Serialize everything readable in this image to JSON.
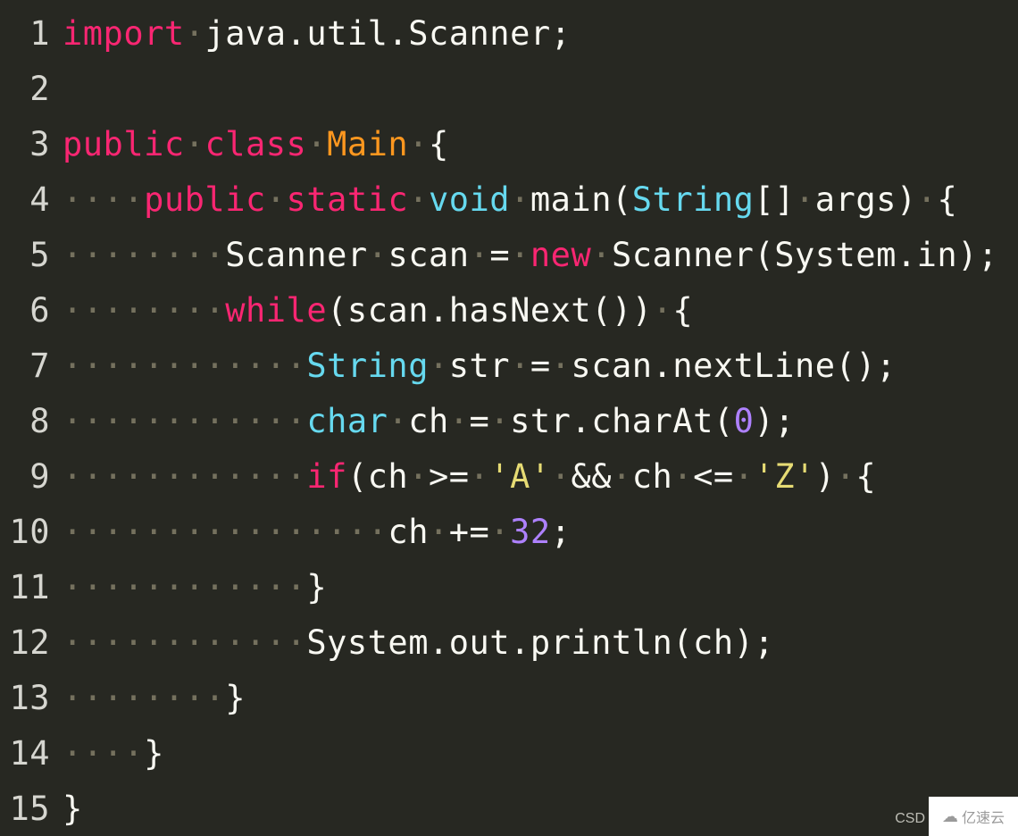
{
  "theme": {
    "background": "#272822",
    "keyword": "#f92672",
    "type": "#66d9ef",
    "class": "#fd971f",
    "string": "#e6db74",
    "number": "#ae81ff",
    "plain": "#f8f8f2",
    "whitespace": "#75715e"
  },
  "lines": [
    {
      "n": "1",
      "tokens": [
        [
          "kw",
          "import"
        ],
        [
          "ws",
          "·"
        ],
        [
          "plain",
          "java.util.Scanner;"
        ]
      ]
    },
    {
      "n": "2",
      "tokens": []
    },
    {
      "n": "3",
      "tokens": [
        [
          "kw",
          "public"
        ],
        [
          "ws",
          "·"
        ],
        [
          "kw",
          "class"
        ],
        [
          "ws",
          "·"
        ],
        [
          "cls",
          "Main"
        ],
        [
          "ws",
          "·"
        ],
        [
          "plain",
          "{"
        ]
      ]
    },
    {
      "n": "4",
      "tokens": [
        [
          "ws",
          "····"
        ],
        [
          "kw",
          "public"
        ],
        [
          "ws",
          "·"
        ],
        [
          "kw",
          "static"
        ],
        [
          "ws",
          "·"
        ],
        [
          "type",
          "void"
        ],
        [
          "ws",
          "·"
        ],
        [
          "plain",
          "main("
        ],
        [
          "type",
          "String"
        ],
        [
          "plain",
          "[]"
        ],
        [
          "ws",
          "·"
        ],
        [
          "plain",
          "args)"
        ],
        [
          "ws",
          "·"
        ],
        [
          "plain",
          "{"
        ]
      ]
    },
    {
      "n": "5",
      "tokens": [
        [
          "ws",
          "········"
        ],
        [
          "plain",
          "Scanner"
        ],
        [
          "ws",
          "·"
        ],
        [
          "plain",
          "scan"
        ],
        [
          "ws",
          "·"
        ],
        [
          "plain",
          "="
        ],
        [
          "ws",
          "·"
        ],
        [
          "kw",
          "new"
        ],
        [
          "ws",
          "·"
        ],
        [
          "plain",
          "Scanner(System.in);"
        ]
      ]
    },
    {
      "n": "6",
      "tokens": [
        [
          "ws",
          "········"
        ],
        [
          "kw",
          "while"
        ],
        [
          "plain",
          "(scan.hasNext())"
        ],
        [
          "ws",
          "·"
        ],
        [
          "plain",
          "{"
        ]
      ]
    },
    {
      "n": "7",
      "tokens": [
        [
          "ws",
          "············"
        ],
        [
          "type",
          "String"
        ],
        [
          "ws",
          "·"
        ],
        [
          "plain",
          "str"
        ],
        [
          "ws",
          "·"
        ],
        [
          "plain",
          "="
        ],
        [
          "ws",
          "·"
        ],
        [
          "plain",
          "scan.nextLine();"
        ]
      ]
    },
    {
      "n": "8",
      "tokens": [
        [
          "ws",
          "············"
        ],
        [
          "type",
          "char"
        ],
        [
          "ws",
          "·"
        ],
        [
          "plain",
          "ch"
        ],
        [
          "ws",
          "·"
        ],
        [
          "plain",
          "="
        ],
        [
          "ws",
          "·"
        ],
        [
          "plain",
          "str.charAt("
        ],
        [
          "num",
          "0"
        ],
        [
          "plain",
          ");"
        ]
      ]
    },
    {
      "n": "9",
      "tokens": [
        [
          "ws",
          "············"
        ],
        [
          "kw",
          "if"
        ],
        [
          "plain",
          "(ch"
        ],
        [
          "ws",
          "·"
        ],
        [
          "plain",
          ">="
        ],
        [
          "ws",
          "·"
        ],
        [
          "str",
          "'A'"
        ],
        [
          "ws",
          "·"
        ],
        [
          "plain",
          "&&"
        ],
        [
          "ws",
          "·"
        ],
        [
          "plain",
          "ch"
        ],
        [
          "ws",
          "·"
        ],
        [
          "plain",
          "<="
        ],
        [
          "ws",
          "·"
        ],
        [
          "str",
          "'Z'"
        ],
        [
          "plain",
          ")"
        ],
        [
          "ws",
          "·"
        ],
        [
          "plain",
          "{"
        ]
      ]
    },
    {
      "n": "10",
      "tokens": [
        [
          "ws",
          "················"
        ],
        [
          "plain",
          "ch"
        ],
        [
          "ws",
          "·"
        ],
        [
          "plain",
          "+="
        ],
        [
          "ws",
          "·"
        ],
        [
          "num",
          "32"
        ],
        [
          "plain",
          ";"
        ]
      ]
    },
    {
      "n": "11",
      "tokens": [
        [
          "ws",
          "············"
        ],
        [
          "plain",
          "}"
        ]
      ]
    },
    {
      "n": "12",
      "tokens": [
        [
          "ws",
          "············"
        ],
        [
          "plain",
          "System.out.println(ch);"
        ]
      ]
    },
    {
      "n": "13",
      "tokens": [
        [
          "ws",
          "········"
        ],
        [
          "plain",
          "}"
        ]
      ]
    },
    {
      "n": "14",
      "tokens": [
        [
          "ws",
          "····"
        ],
        [
          "plain",
          "}"
        ]
      ]
    },
    {
      "n": "15",
      "tokens": [
        [
          "plain",
          "}"
        ]
      ]
    }
  ],
  "watermark": {
    "csd": "CSD",
    "logo": "ᯅ",
    "brand": "亿速云"
  }
}
